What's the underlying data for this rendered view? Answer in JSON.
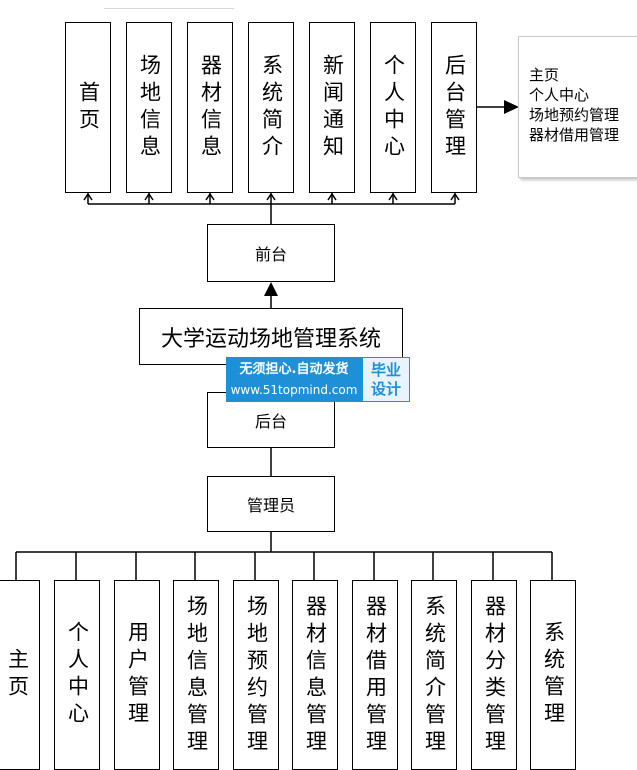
{
  "system": {
    "title": "大学运动场地管理系统"
  },
  "front": {
    "label": "前台",
    "modules": [
      "首页",
      "场地信息",
      "器材信息",
      "系统简介",
      "新闻通知",
      "个人中心",
      "后台管理"
    ]
  },
  "note": {
    "lines": [
      "主页",
      "个人中心",
      "场地预约管理",
      "器材借用管理"
    ]
  },
  "back": {
    "label": "后台"
  },
  "admin": {
    "label": "管理员",
    "modules": [
      "主页",
      "个人中心",
      "用户管理",
      "场地信息管理",
      "场地预约管理",
      "器材信息管理",
      "器材借用管理",
      "系统简介管理",
      "器材分类管理",
      "系统管理"
    ]
  },
  "watermark": {
    "line1": "无须担心.自动发货",
    "line2": "www.51topmind.com",
    "tag1": "毕业",
    "tag2": "设计"
  },
  "colors": {
    "watermark": "#1e90d8",
    "border": "#000000"
  }
}
